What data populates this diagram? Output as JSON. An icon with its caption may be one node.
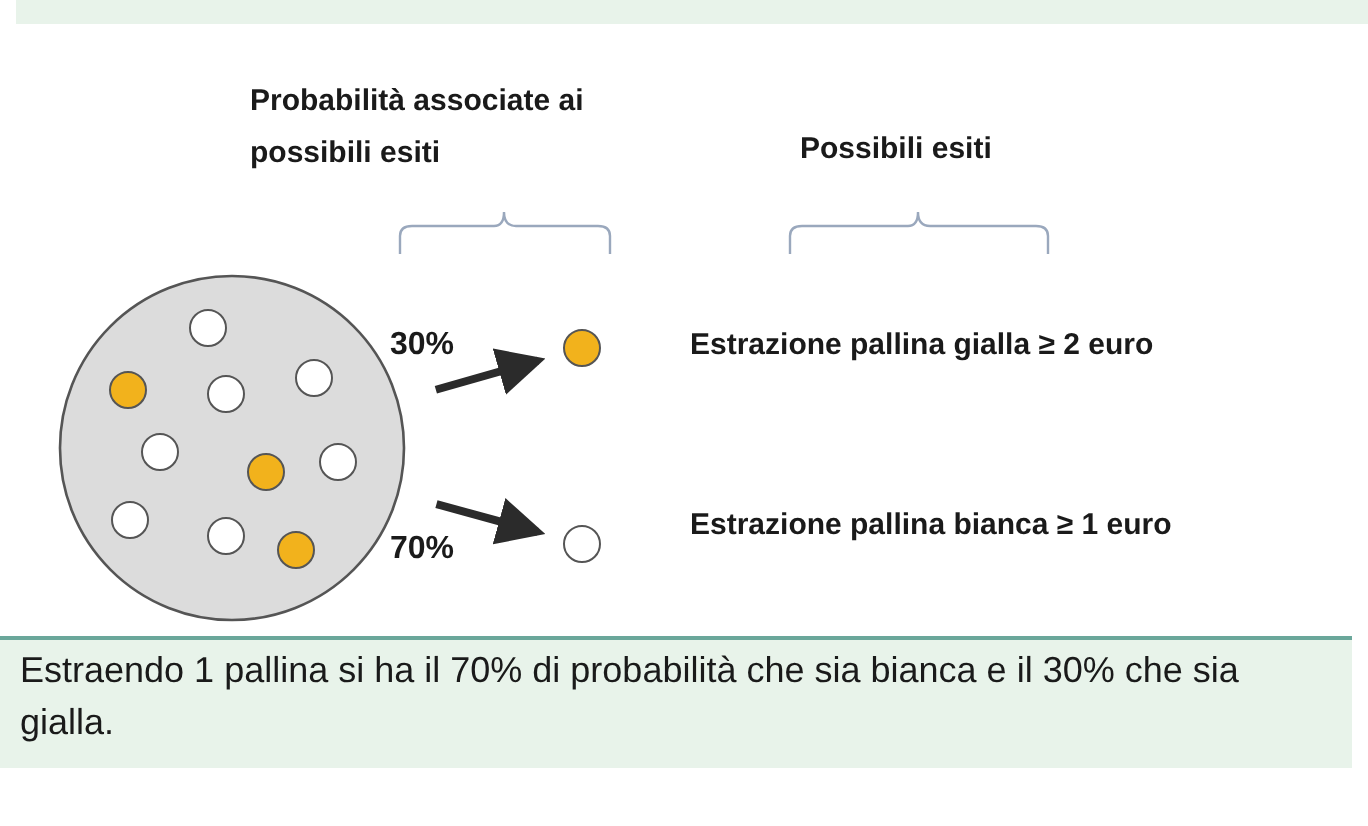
{
  "diagram": {
    "caption": "Estraendo 1 pallina si ha il 70% di probabilità che sia bianca e il 30% che sia gialla.",
    "nodes": [
      {
        "text": [],
        "shape": "circle"
      },
      {
        "text": [],
        "shape": "circle",
        "beside": [
          "Estrazione pallina gialla ≥ 2 euro"
        ]
      },
      {
        "text": [],
        "shape": "circle",
        "beside": [
          "Estrazione pallina bianca ≥ 1 euro"
        ]
      }
    ],
    "edges": [
      {
        "from": 0,
        "to": 1,
        "arrow": "to",
        "label": "30%"
      },
      {
        "from": 0,
        "to": 2,
        "arrow": "to",
        "label": "70%"
      }
    ],
    "labels": [
      "Probabilità associate ai possibili esiti",
      "Possibili esiti"
    ]
  }
}
